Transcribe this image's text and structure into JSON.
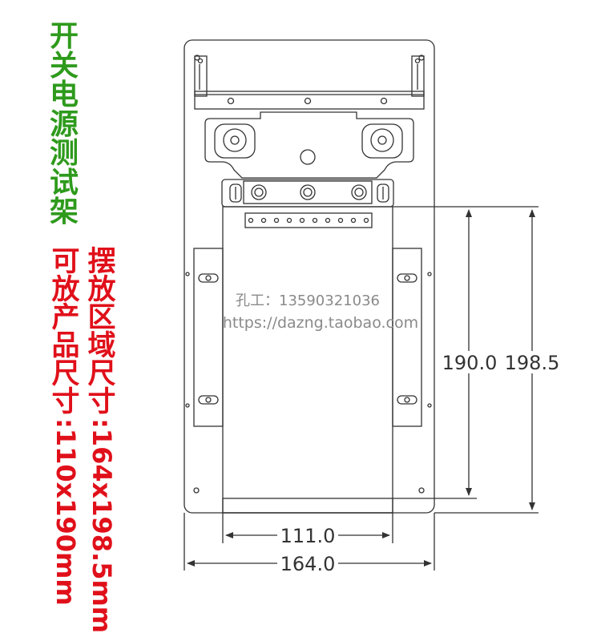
{
  "title_green": [
    "开",
    "关",
    "电",
    "源",
    "测",
    "试",
    "架"
  ],
  "right_column": {
    "cjk": [
      "摆",
      "放",
      "区",
      "域",
      "尺",
      "寸"
    ],
    "rotated": ":164x198.5mm"
  },
  "left_column": {
    "cjk": [
      "可",
      "放",
      "产",
      "品",
      "尺",
      "寸"
    ],
    "rotated": ":110x190mm"
  },
  "watermark": {
    "line1": "孔工：13590321036",
    "line2": "https://dazng.taobao.com"
  },
  "dimensions": {
    "inner_height": "190.0",
    "outer_height": "198.5",
    "inner_width": "111.0",
    "outer_width": "164.0"
  },
  "colors": {
    "green": "#2e9a1c",
    "red": "#e0101a",
    "line": "#333333"
  }
}
